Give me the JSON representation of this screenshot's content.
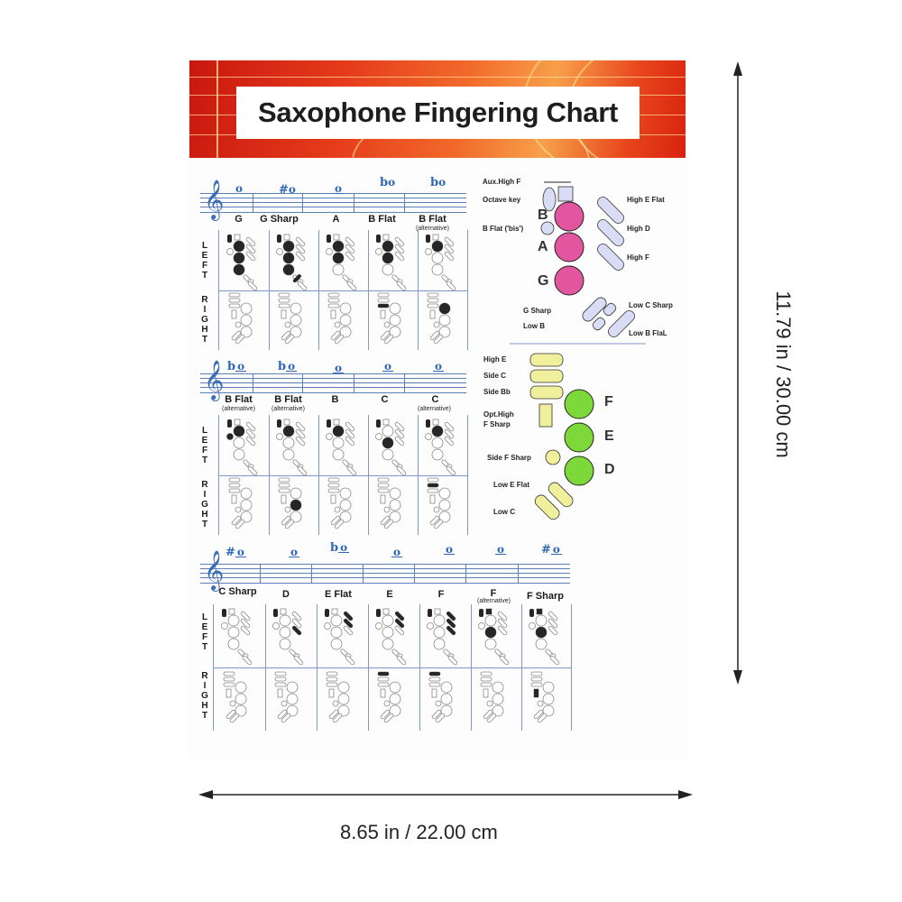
{
  "title": "Saxophone Fingering Chart",
  "dimensions": {
    "height_label": "11.79 in / 30.00 cm",
    "width_label": "8.65 in / 22.00 cm"
  },
  "side_labels": {
    "left": "LEFT",
    "right": "RIGHT"
  },
  "rows": [
    {
      "notes": [
        {
          "name": "G",
          "alt": "",
          "symbol": "o",
          "accidental": ""
        },
        {
          "name": "G Sharp",
          "alt": "",
          "symbol": "o",
          "accidental": "#"
        },
        {
          "name": "A",
          "alt": "",
          "symbol": "o",
          "accidental": ""
        },
        {
          "name": "B Flat",
          "alt": "",
          "symbol": "o",
          "accidental": "b"
        },
        {
          "name": "B Flat",
          "alt": "(alternative)",
          "symbol": "o",
          "accidental": "b"
        }
      ]
    },
    {
      "notes": [
        {
          "name": "B Flat",
          "alt": "(alternative)",
          "symbol": "o",
          "accidental": "b"
        },
        {
          "name": "B Flat",
          "alt": "(alternative)",
          "symbol": "o",
          "accidental": "b"
        },
        {
          "name": "B",
          "alt": "",
          "symbol": "o",
          "accidental": ""
        },
        {
          "name": "C",
          "alt": "",
          "symbol": "o",
          "accidental": ""
        },
        {
          "name": "C",
          "alt": "(alternative)",
          "symbol": "o",
          "accidental": ""
        }
      ]
    },
    {
      "notes": [
        {
          "name": "C Sharp",
          "alt": "",
          "symbol": "o",
          "accidental": "#"
        },
        {
          "name": "D",
          "alt": "",
          "symbol": "o",
          "accidental": ""
        },
        {
          "name": "E Flat",
          "alt": "",
          "symbol": "o",
          "accidental": "b"
        },
        {
          "name": "E",
          "alt": "",
          "symbol": "o",
          "accidental": ""
        },
        {
          "name": "F",
          "alt": "",
          "symbol": "o",
          "accidental": ""
        },
        {
          "name": "F",
          "alt": "(alternative)",
          "symbol": "o",
          "accidental": ""
        },
        {
          "name": "F Sharp",
          "alt": "",
          "symbol": "o",
          "accidental": "#"
        }
      ]
    }
  ],
  "key_guide": {
    "left_hand": {
      "labels": {
        "aux_high_f": "Aux.High F",
        "octave_key": "Octave key",
        "b_flat_bis": "B Flat ('bis')",
        "high_e_flat": "High E Flat",
        "high_d": "High D",
        "high_f": "High F",
        "g_sharp": "G Sharp",
        "low_b": "Low B",
        "low_c_sharp": "Low C Sharp",
        "low_b_flat": "Low B FlaL"
      },
      "letters": [
        "B",
        "A",
        "G"
      ],
      "key_color": "#e2559f",
      "aux_color": "#d8dcf5"
    },
    "right_hand": {
      "labels": {
        "high_e": "High E",
        "side_c": "Side C",
        "side_bb": "Side Bb",
        "opt_high_f_sharp_1": "Opt.High",
        "opt_high_f_sharp_2": "F Sharp",
        "side_f_sharp": "Side F Sharp",
        "low_e_flat": "Low E Flat",
        "low_c": "Low C"
      },
      "letters": [
        "F",
        "E",
        "D"
      ],
      "key_color": "#7dd93a",
      "aux_color": "#f0ef9c"
    }
  },
  "colors": {
    "banner_red": "#d8220f",
    "staff_blue": "#5b7fb6",
    "note_blue": "#2f67b8",
    "filled_key": "#262626"
  }
}
